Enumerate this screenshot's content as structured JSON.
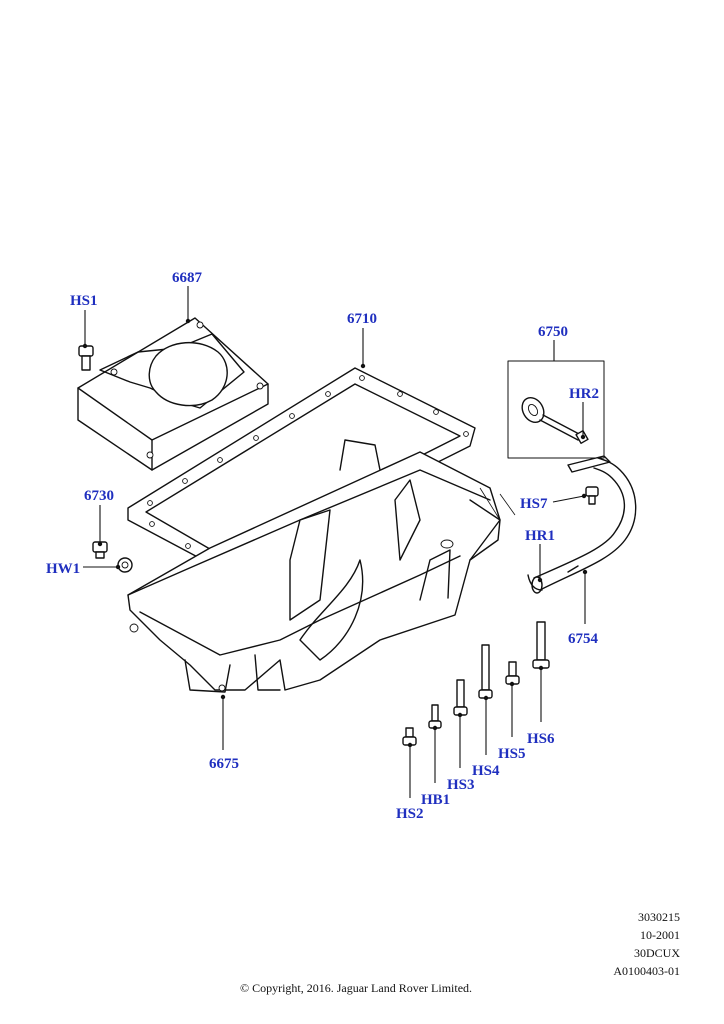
{
  "callouts": {
    "hs1": "HS1",
    "p6687": "6687",
    "p6710": "6710",
    "p6750": "6750",
    "hr2": "HR2",
    "p6730": "6730",
    "hw1": "HW1",
    "hs7": "HS7",
    "hr1": "HR1",
    "p6754": "6754",
    "p6675": "6675",
    "hs6": "HS6",
    "hs5": "HS5",
    "hs4": "HS4",
    "hs3": "HS3",
    "hb1": "HB1",
    "hs2": "HS2"
  },
  "reference": {
    "line1": "3030215",
    "line2": "10-2001",
    "line3": "30DCUX",
    "line4": "A0100403-01"
  },
  "copyright": "© Copyright, 2016. Jaguar Land Rover Limited.",
  "colors": {
    "callout": "#1f2fbf",
    "linework": "#111111"
  }
}
